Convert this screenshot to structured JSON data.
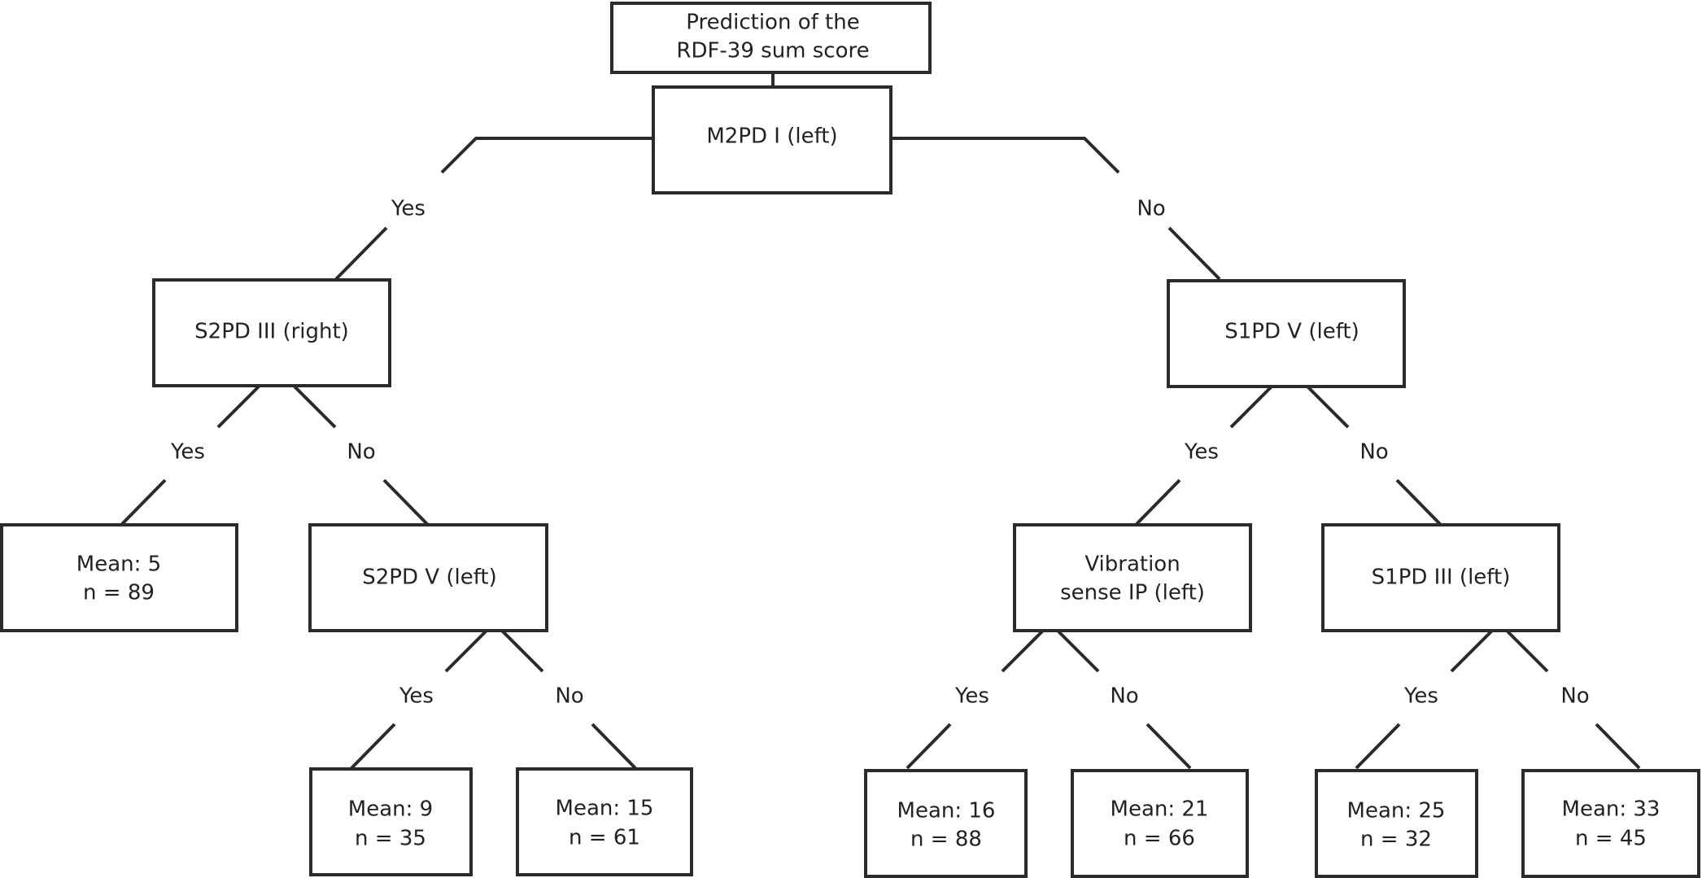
{
  "root": {
    "title_line1": "Prediction of the",
    "title_line2": "RDF-39 sum score"
  },
  "nodes": {
    "m2pd_i_left": "M2PD I (left)",
    "s2pd_iii_right": "S2PD III (right)",
    "s1pd_v_left": "S1PD V (left)",
    "s2pd_v_left": "S2PD V (left)",
    "vibration_line1": "Vibration",
    "vibration_line2": "sense IP (left)",
    "s1pd_iii_left": "S1PD III (left)"
  },
  "branch_labels": {
    "yes": "Yes",
    "no": "No"
  },
  "leaves": [
    {
      "mean": "Mean: 5",
      "n": "n = 89"
    },
    {
      "mean": "Mean: 9",
      "n": "n = 35"
    },
    {
      "mean": "Mean: 15",
      "n": "n = 61"
    },
    {
      "mean": "Mean: 16",
      "n": "n = 88"
    },
    {
      "mean": "Mean: 21",
      "n": "n = 66"
    },
    {
      "mean": "Mean: 25",
      "n": "n = 32"
    },
    {
      "mean": "Mean: 33",
      "n": "n = 45"
    }
  ]
}
